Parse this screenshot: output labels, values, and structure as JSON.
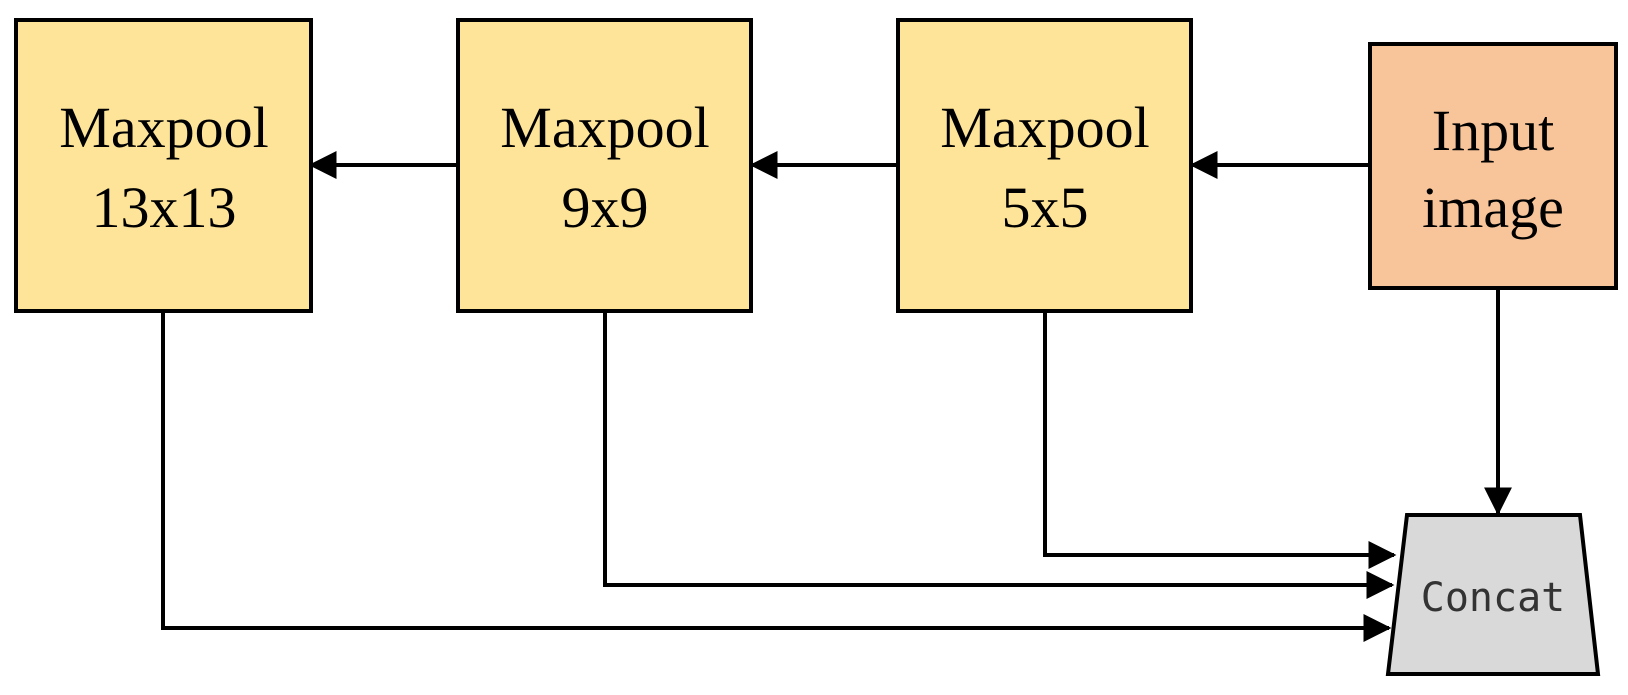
{
  "colors": {
    "maxpool_fill": "#FDE499",
    "input_fill": "#F8C49A",
    "concat_fill": "#D9D9D9",
    "line": "#000000"
  },
  "nodes": {
    "maxpool_13": {
      "line1": "Maxpool",
      "line2": "13x13"
    },
    "maxpool_9": {
      "line1": "Maxpool",
      "line2": "9x9"
    },
    "maxpool_5": {
      "line1": "Maxpool",
      "line2": "5x5"
    },
    "input": {
      "line1": "Input",
      "line2": "image"
    },
    "concat": {
      "label": "Concat"
    }
  },
  "edges": [
    {
      "from": "input",
      "to": "maxpool_5"
    },
    {
      "from": "maxpool_5",
      "to": "maxpool_9"
    },
    {
      "from": "maxpool_9",
      "to": "maxpool_13"
    },
    {
      "from": "input",
      "to": "concat"
    },
    {
      "from": "maxpool_5",
      "to": "concat"
    },
    {
      "from": "maxpool_9",
      "to": "concat"
    },
    {
      "from": "maxpool_13",
      "to": "concat"
    }
  ]
}
